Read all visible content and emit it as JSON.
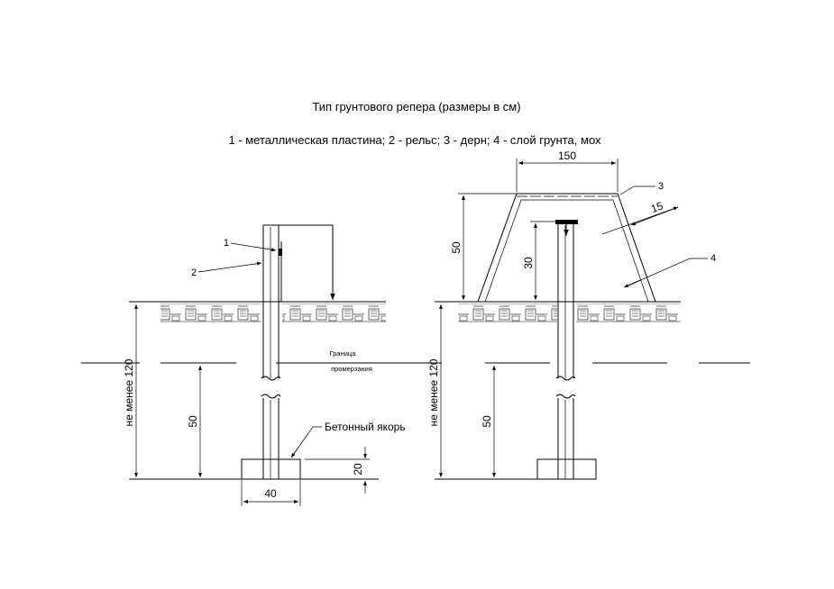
{
  "title": "Тип грунтового репера (размеры в см)",
  "legend": "1 - металлическая пластина; 2 - рельс; 3 - дерн; 4 - слой грунта, мох",
  "left": {
    "callout_1": "1",
    "callout_2": "2",
    "depth_label": "не менее 120",
    "freeze_depth": "50",
    "anchor_label": "Бетонный якорь",
    "anchor_height": "20",
    "anchor_width": "40"
  },
  "center": {
    "freeze_line_1": "Граница",
    "freeze_line_2": "промерзания"
  },
  "right": {
    "mound_top_width": "150",
    "mound_height": "50",
    "sod_thickness": "15",
    "callout_3": "3",
    "callout_4": "4",
    "rail_height": "30",
    "depth_label": "не менее 120",
    "freeze_depth": "50"
  }
}
